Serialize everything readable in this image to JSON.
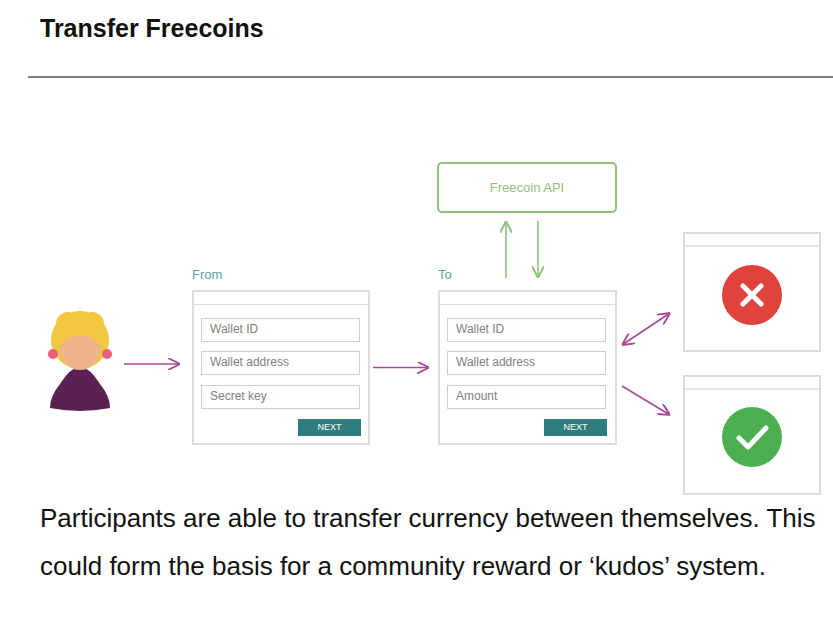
{
  "diagram": {
    "title": "Transfer Freecoins",
    "caption": "Participants are able to transfer currency between themselves. This could form the basis for a community reward or ‘kudos’ system.",
    "nodes": [
      {
        "text": [
          "From"
        ]
      },
      {
        "text": [
          "Wallet ID"
        ],
        "in": 0
      },
      {
        "text": [
          "Wallet address"
        ],
        "in": 0
      },
      {
        "text": [
          "Secret key"
        ],
        "in": 0
      },
      {
        "text": [
          "NEXT"
        ],
        "in": 0
      },
      {
        "text": [
          "Freecoin API"
        ]
      },
      {
        "text": [
          "To"
        ]
      },
      {
        "text": [
          "Wallet ID"
        ],
        "in": 6
      },
      {
        "text": [
          "Wallet address"
        ],
        "in": 6
      },
      {
        "text": [
          "Amount"
        ],
        "in": 6
      },
      {
        "text": [
          "NEXT"
        ],
        "in": 6
      }
    ],
    "edges": [
      {
        "from": 0,
        "to": 6,
        "arrow": "to"
      },
      {
        "from": 6,
        "to": 5,
        "arrow": "to"
      },
      {
        "from": 5,
        "to": 6,
        "arrow": "to"
      }
    ]
  }
}
